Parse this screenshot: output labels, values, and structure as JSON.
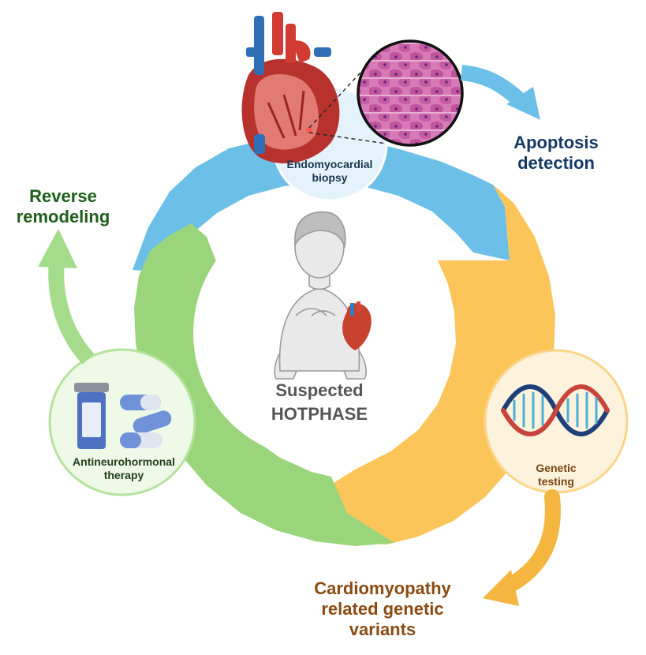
{
  "center": {
    "title_line1": "Suspected",
    "title_line2": "HOTPHASE"
  },
  "nodes": {
    "biopsy": {
      "label": "Endomyocardial\nbiopsy"
    },
    "genetic": {
      "label": "Genetic\ntesting"
    },
    "therapy": {
      "label": "Antineurohormonal\ntherapy"
    }
  },
  "outcomes": {
    "apoptosis": {
      "label": "Apoptosis\ndetection"
    },
    "variants": {
      "label": "Cardiomyopathy\nrelated genetic\nvariants"
    },
    "remodeling": {
      "label": "Reverse\nremodeling"
    }
  },
  "colors": {
    "blue_segment": "#6cc0e8",
    "orange_segment": "#fbc55a",
    "green_segment": "#9ad57c",
    "apoptosis_text": "#153a63",
    "variants_text": "#8a4b12",
    "remodeling_text": "#1f5e1b",
    "center_text": "#555555",
    "node_text_blue": "#1c3550",
    "node_text_brown": "#7a4512",
    "node_text_green": "#1f3d1a"
  },
  "icons": {
    "heart": "heart-anatomy-icon",
    "tissue": "tissue-micrograph-icon",
    "dna": "dna-helix-icon",
    "pills": "pill-bottle-icon",
    "person": "patient-figure-icon"
  }
}
